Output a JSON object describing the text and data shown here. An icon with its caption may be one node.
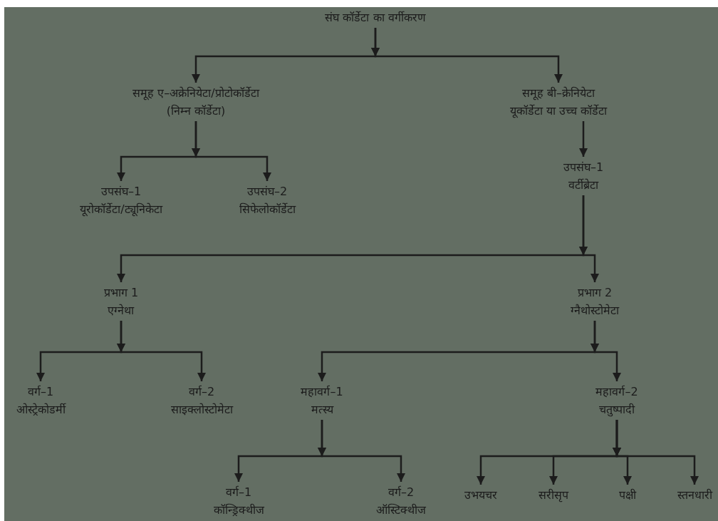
{
  "diagram": {
    "nodes": [
      {
        "text": [
          "संघ कॉर्डेटा का वर्गीकरण"
        ]
      },
      {
        "text": [
          "समूह ए–अक्रेनियेटा/प्रोटोकॉर्डेटा",
          "(निम्न कॉर्डेटा)"
        ]
      },
      {
        "text": [
          "समूह बी–क्रेनियेटा",
          "यूकॉर्डेटा या उच्च कॉर्डेटा"
        ]
      },
      {
        "text": [
          "उपसंघ–1",
          "यूरोकॉर्डेटा/ट्यूनिकेटा"
        ]
      },
      {
        "text": [
          "उपसंघ–2",
          "सिफेलोकॉर्डेटा"
        ]
      },
      {
        "text": [
          "उपसंघ–1",
          "वर्टीब्रेटा"
        ]
      },
      {
        "text": [
          "प्रभाग 1",
          "एग्नेथा"
        ]
      },
      {
        "text": [
          "प्रभाग 2",
          "ग्नैथोस्टोमेटा"
        ]
      },
      {
        "text": [
          "वर्ग–1",
          "ओस्ट्रेकोडर्मी"
        ]
      },
      {
        "text": [
          "वर्ग–2",
          "साइक्लोस्टोमेटा"
        ]
      },
      {
        "text": [
          "महावर्ग–1",
          "मत्स्य"
        ]
      },
      {
        "text": [
          "महावर्ग–2",
          "चतुष्पादी"
        ]
      },
      {
        "text": [
          "वर्ग–1",
          "कॉन्ड्रिक्थीज"
        ]
      },
      {
        "text": [
          "वर्ग–2",
          "ऑस्टिक्थीज"
        ]
      },
      {
        "text": [
          "उभयचर"
        ]
      },
      {
        "text": [
          "सरीसृप"
        ]
      },
      {
        "text": [
          "पक्षी"
        ]
      },
      {
        "text": [
          "स्तनधारी"
        ]
      }
    ],
    "edges": [
      {
        "from": 0,
        "to": 1,
        "arrow": "to"
      },
      {
        "from": 0,
        "to": 2,
        "arrow": "to"
      },
      {
        "from": 1,
        "to": 3,
        "arrow": "to"
      },
      {
        "from": 1,
        "to": 4,
        "arrow": "to"
      },
      {
        "from": 2,
        "to": 5,
        "arrow": "to"
      },
      {
        "from": 5,
        "to": 6,
        "arrow": "to"
      },
      {
        "from": 5,
        "to": 7,
        "arrow": "to"
      },
      {
        "from": 6,
        "to": 8,
        "arrow": "to"
      },
      {
        "from": 6,
        "to": 9,
        "arrow": "to"
      },
      {
        "from": 7,
        "to": 10,
        "arrow": "to"
      },
      {
        "from": 7,
        "to": 11,
        "arrow": "to"
      },
      {
        "from": 10,
        "to": 12,
        "arrow": "to"
      },
      {
        "from": 10,
        "to": 13,
        "arrow": "to"
      },
      {
        "from": 11,
        "to": 14,
        "arrow": "to"
      },
      {
        "from": 11,
        "to": 15,
        "arrow": "to"
      },
      {
        "from": 11,
        "to": 16,
        "arrow": "to"
      },
      {
        "from": 11,
        "to": 17,
        "arrow": "to"
      }
    ]
  }
}
